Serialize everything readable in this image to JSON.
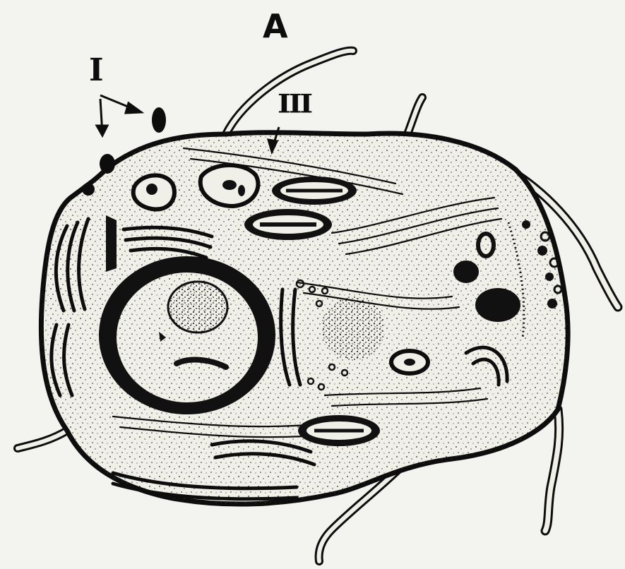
{
  "figure": {
    "title": "A",
    "labels": {
      "one": "I",
      "three": "III"
    }
  },
  "colors": {
    "ink": "#0d0d0d",
    "paper": "#f3f3ef",
    "cytoplasm": "#f0efe8",
    "chromatin": "#111111"
  }
}
